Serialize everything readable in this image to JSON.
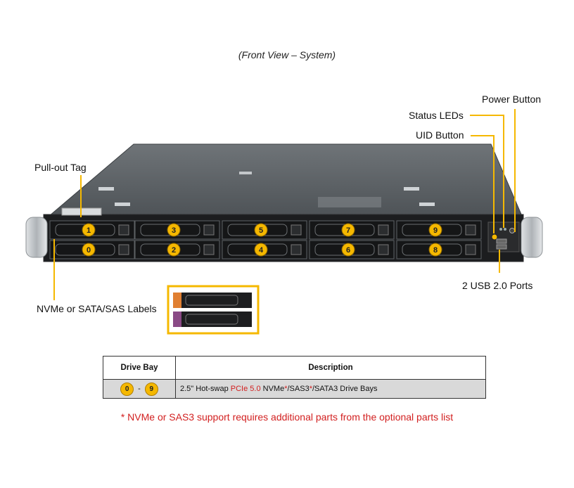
{
  "caption": "(Front View – System)",
  "callouts": {
    "power_button": "Power Button",
    "status_leds": "Status LEDs",
    "uid_button": "UID Button",
    "pull_out_tag": "Pull-out Tag",
    "usb_ports": "2 USB 2.0 Ports",
    "drive_labels": "NVMe or SATA/SAS Labels"
  },
  "drive_bays": {
    "top_row": [
      "1",
      "3",
      "5",
      "7",
      "9"
    ],
    "bottom_row": [
      "0",
      "2",
      "4",
      "6",
      "8"
    ]
  },
  "table": {
    "headers": [
      "Drive Bay",
      "Description"
    ],
    "row": {
      "bay_from": "0",
      "dash": "-",
      "bay_to": "9",
      "desc_prefix": "2.5\" Hot-swap ",
      "desc_pcie": "PCIe 5.0",
      "desc_mid": " NVMe",
      "star1": "*",
      "desc_sas": "/SAS3",
      "star2": "*",
      "desc_suffix": "/SATA3 Drive Bays"
    }
  },
  "footnote": "* NVMe or SAS3 support requires additional parts from the optional parts list",
  "colors": {
    "callout": "#f5b800",
    "note_red": "#d21f1f",
    "chassis": "#5a5f63"
  }
}
